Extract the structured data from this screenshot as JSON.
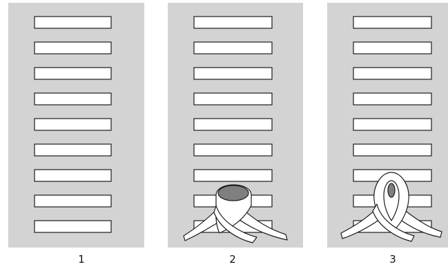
{
  "steps": [
    {
      "label": "1",
      "variant": "plain"
    },
    {
      "label": "2",
      "variant": "loop"
    },
    {
      "label": "3",
      "variant": "knot"
    }
  ],
  "slots_per_panel": 9,
  "colors": {
    "panel": "#d3d3d3",
    "slot": "#ffffff",
    "stroke": "#1a1a1a",
    "band": "#ffffff",
    "band_inside": "#7f7f7f"
  }
}
